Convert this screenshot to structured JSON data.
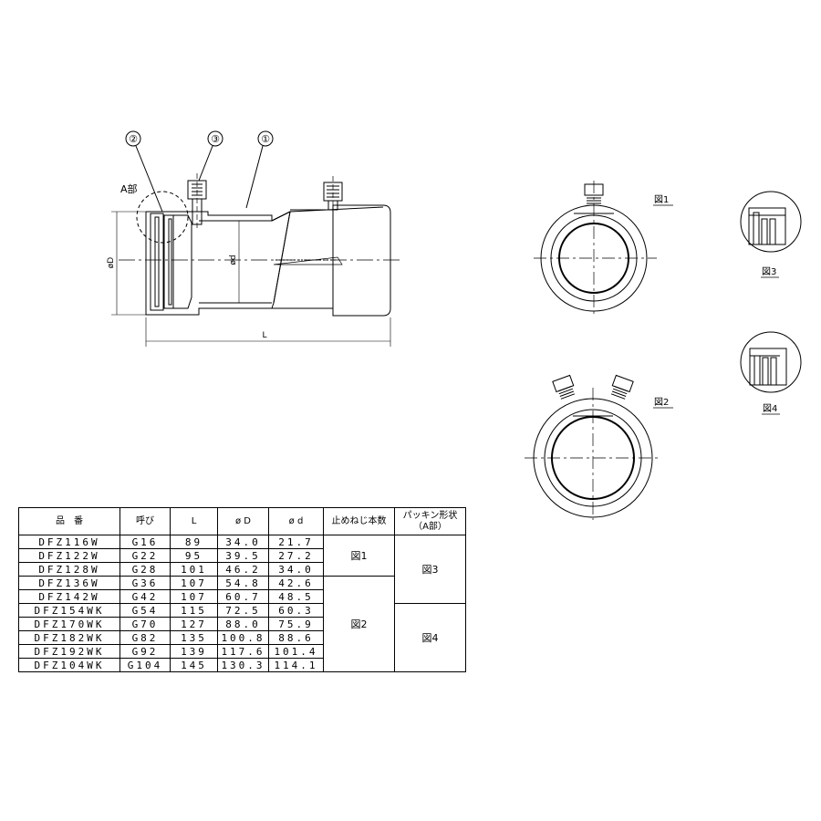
{
  "drawing": {
    "callouts": [
      "②",
      "③",
      "①"
    ],
    "part_a_label": "A部",
    "dim_D": "øD",
    "dim_d": "ød",
    "dim_L": "L",
    "fig1_label": "図1",
    "fig2_label": "図2",
    "fig3_label": "図3",
    "fig4_label": "図4"
  },
  "table": {
    "headers": {
      "part_no": "品　番",
      "size": "呼び",
      "L": "L",
      "D": "ø D",
      "d": "ø d",
      "screws": "止めねじ本数",
      "packing_line1": "パッキン形状",
      "packing_line2": "（A部）"
    },
    "rows": [
      {
        "part_no": "DFZ116W",
        "size": "G16",
        "L": "89",
        "D": "34.0",
        "d": "21.7"
      },
      {
        "part_no": "DFZ122W",
        "size": "G22",
        "L": "95",
        "D": "39.5",
        "d": "27.2"
      },
      {
        "part_no": "DFZ128W",
        "size": "G28",
        "L": "101",
        "D": "46.2",
        "d": "34.0"
      },
      {
        "part_no": "DFZ136W",
        "size": "G36",
        "L": "107",
        "D": "54.8",
        "d": "42.6"
      },
      {
        "part_no": "DFZ142W",
        "size": "G42",
        "L": "107",
        "D": "60.7",
        "d": "48.5"
      },
      {
        "part_no": "DFZ154WK",
        "size": "G54",
        "L": "115",
        "D": "72.5",
        "d": "60.3"
      },
      {
        "part_no": "DFZ170WK",
        "size": "G70",
        "L": "127",
        "D": "88.0",
        "d": "75.9"
      },
      {
        "part_no": "DFZ182WK",
        "size": "G82",
        "L": "135",
        "D": "100.8",
        "d": "88.6"
      },
      {
        "part_no": "DFZ192WK",
        "size": "G92",
        "L": "139",
        "D": "117.6",
        "d": "101.4"
      },
      {
        "part_no": "DFZ104WK",
        "size": "G104",
        "L": "145",
        "D": "130.3",
        "d": "114.1"
      }
    ],
    "screws_fig_a": "図1",
    "screws_fig_b": "図2",
    "packing_fig_a": "図3",
    "packing_fig_b": "図4"
  }
}
